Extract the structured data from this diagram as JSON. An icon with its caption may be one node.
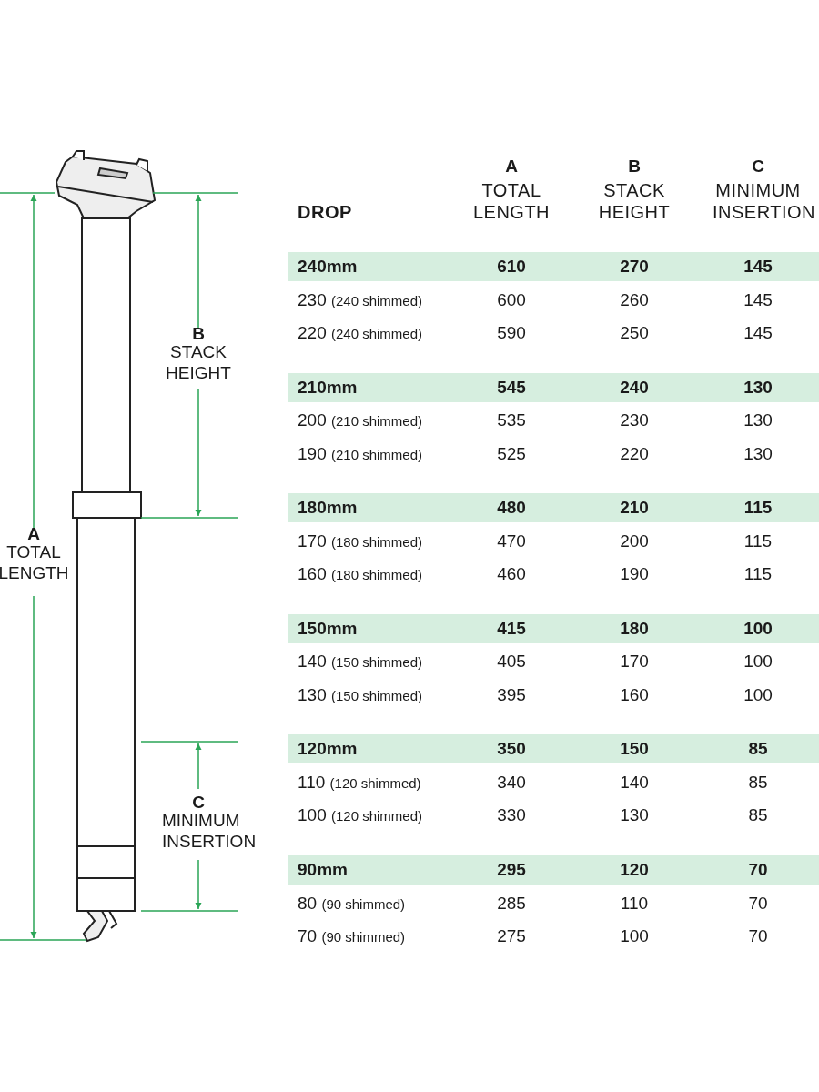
{
  "diagram": {
    "labels": [
      "B",
      "STACK HEIGHT",
      "A",
      "TOTAL LENGTH",
      "C",
      "MINIMUM INSERTION",
      "A",
      "B",
      "C",
      "TOTAL LENGTH",
      "STACK HEIGHT",
      "MINIMUM INSERTION",
      "DROP",
      "240mm",
      "610",
      "270",
      "145",
      "230 (240 shimmed)",
      "600",
      "260",
      "145",
      "220 (240 shimmed)",
      "590",
      "250",
      "145",
      "210mm",
      "545",
      "240",
      "130",
      "200 (210 shimmed)",
      "535",
      "230",
      "130",
      "190 (210 shimmed)",
      "525",
      "220",
      "130",
      "180mm",
      "480",
      "210",
      "115",
      "170 (180 shimmed)",
      "470",
      "200",
      "115",
      "160 (180 shimmed)",
      "460",
      "190",
      "115",
      "150mm",
      "415",
      "180",
      "100",
      "140 (150 shimmed)",
      "405",
      "170",
      "100",
      "130 (150 shimmed)",
      "395",
      "160",
      "100",
      "120mm",
      "350",
      "150",
      "85",
      "110 (120 shimmed)",
      "340",
      "140",
      "85",
      "100 (120 shimmed)",
      "330",
      "130",
      "85",
      "90mm",
      "295",
      "120",
      "70",
      "80 (90 shimmed)",
      "285",
      "110",
      "70",
      "70 (90 shimmed)",
      "275",
      "100",
      "70"
    ]
  }
}
